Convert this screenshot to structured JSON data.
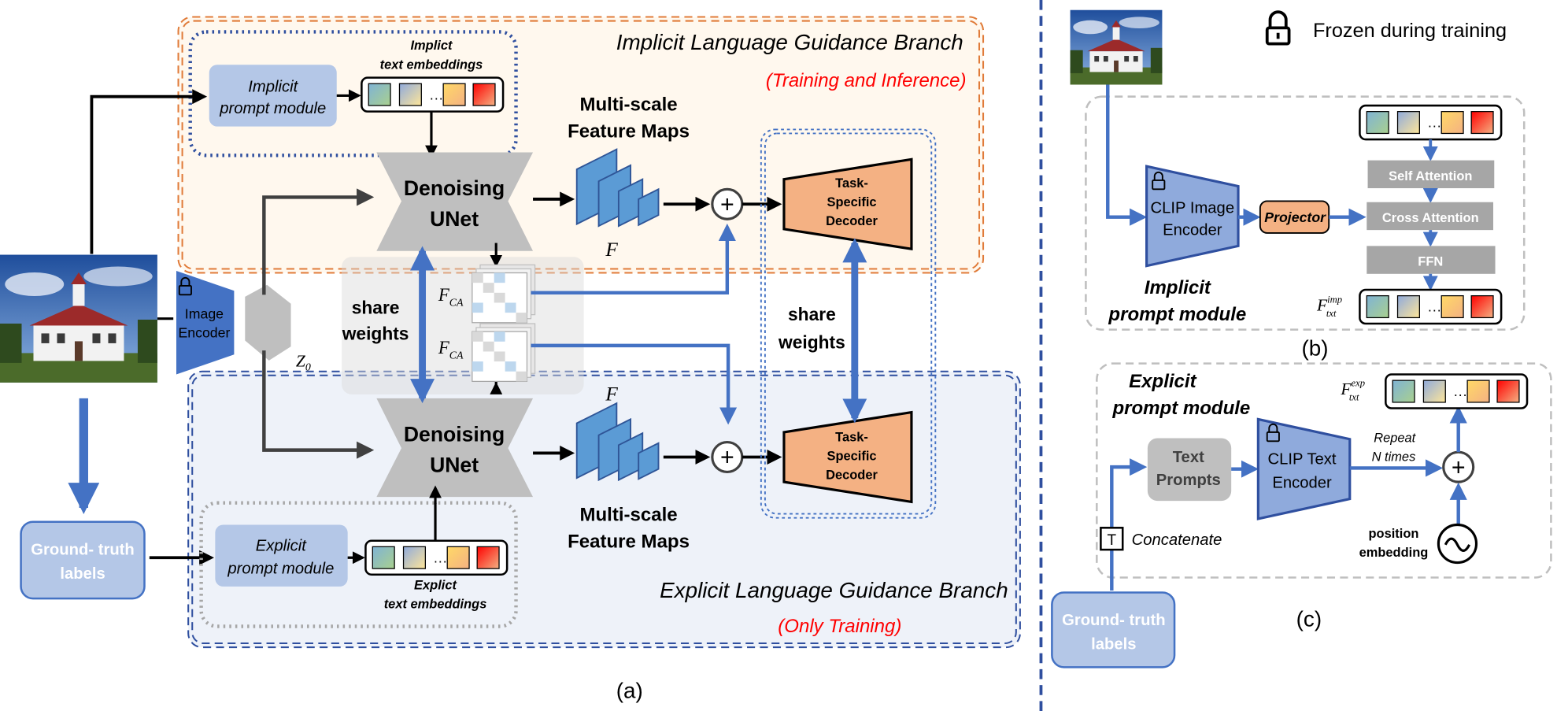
{
  "panel_a": {
    "caption": "(a)",
    "implicit_branch": {
      "title": "Implicit Language Guidance Branch",
      "mode": "(Training and Inference)"
    },
    "explicit_branch": {
      "title": "Explicit Language Guidance Branch",
      "mode": "(Only Training)"
    },
    "implicit_prompt_module": [
      "Implicit",
      "prompt module"
    ],
    "implicit_text_embeddings": [
      "Implict",
      "text embeddings"
    ],
    "explicit_prompt_module": [
      "Explicit",
      "prompt module"
    ],
    "explicit_text_embeddings": [
      "Explict",
      "text embeddings"
    ],
    "image_encoder": [
      "Image",
      "Encoder"
    ],
    "latent": "Z",
    "latent_sub": "0",
    "denoising_unet": [
      "Denoising",
      "UNet"
    ],
    "multi_scale_feature_maps": [
      "Multi-scale",
      "Feature Maps"
    ],
    "feature_symbol": "F",
    "cross_attention_symbol": "F",
    "cross_attention_sub": "CA",
    "share_weights": [
      "share",
      "weights"
    ],
    "task_decoder": [
      "Task-",
      "Specific",
      "Decoder"
    ],
    "ground_truth": [
      "Ground- truth",
      "labels"
    ],
    "plus": "+"
  },
  "legend": {
    "frozen": "Frozen during training"
  },
  "panel_b": {
    "caption": "(b)",
    "clip_image_encoder": [
      "CLIP Image",
      "Encoder"
    ],
    "projector": "Projector",
    "self_attention": "Self Attention",
    "cross_attention": "Cross Attention",
    "ffn": "FFN",
    "module_label": [
      "Implicit",
      "prompt module"
    ],
    "output_symbol": "F",
    "output_sup": "imp",
    "output_sub": "txt"
  },
  "panel_c": {
    "caption": "(c)",
    "module_label": [
      "Explicit",
      "prompt module"
    ],
    "text_prompts": [
      "Text",
      "Prompts"
    ],
    "clip_text_encoder": [
      "CLIP Text",
      "Encoder"
    ],
    "repeat": [
      "Repeat",
      "N times"
    ],
    "position_embedding": [
      "position",
      "embedding"
    ],
    "concatenate": "Concatenate",
    "ground_truth": [
      "Ground- truth",
      "labels"
    ],
    "output_symbol": "F",
    "output_sup": "exp",
    "output_sub": "txt"
  },
  "colors": {
    "orange_border": "#E07B39",
    "blue_border": "#2F4F9F",
    "arrow_blue": "#4472C4",
    "unet_gray": "#BFBFBF",
    "decoder_orange": "#F4B183",
    "feature_blue": "#5B9BD5",
    "prompt_blue": "#B4C7E7",
    "red": "#FF0000"
  }
}
